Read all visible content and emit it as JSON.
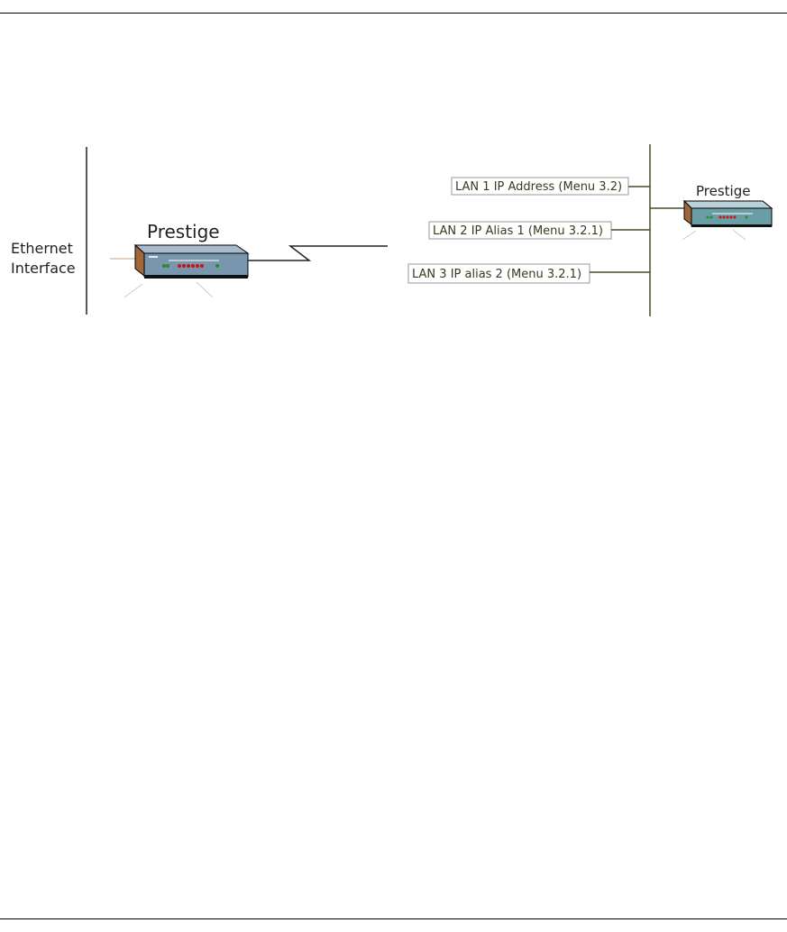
{
  "diagram": {
    "left_router_label": "Prestige",
    "right_router_label": "Prestige",
    "interface_label_line1": "Ethernet",
    "interface_label_line2": "Interface",
    "lan_labels": [
      "LAN 1 IP Address (Menu 3.2)",
      "LAN 2 IP Alias 1 (Menu 3.2.1)",
      "LAN 3 IP alias 2 (Menu 3.2.1)"
    ]
  }
}
